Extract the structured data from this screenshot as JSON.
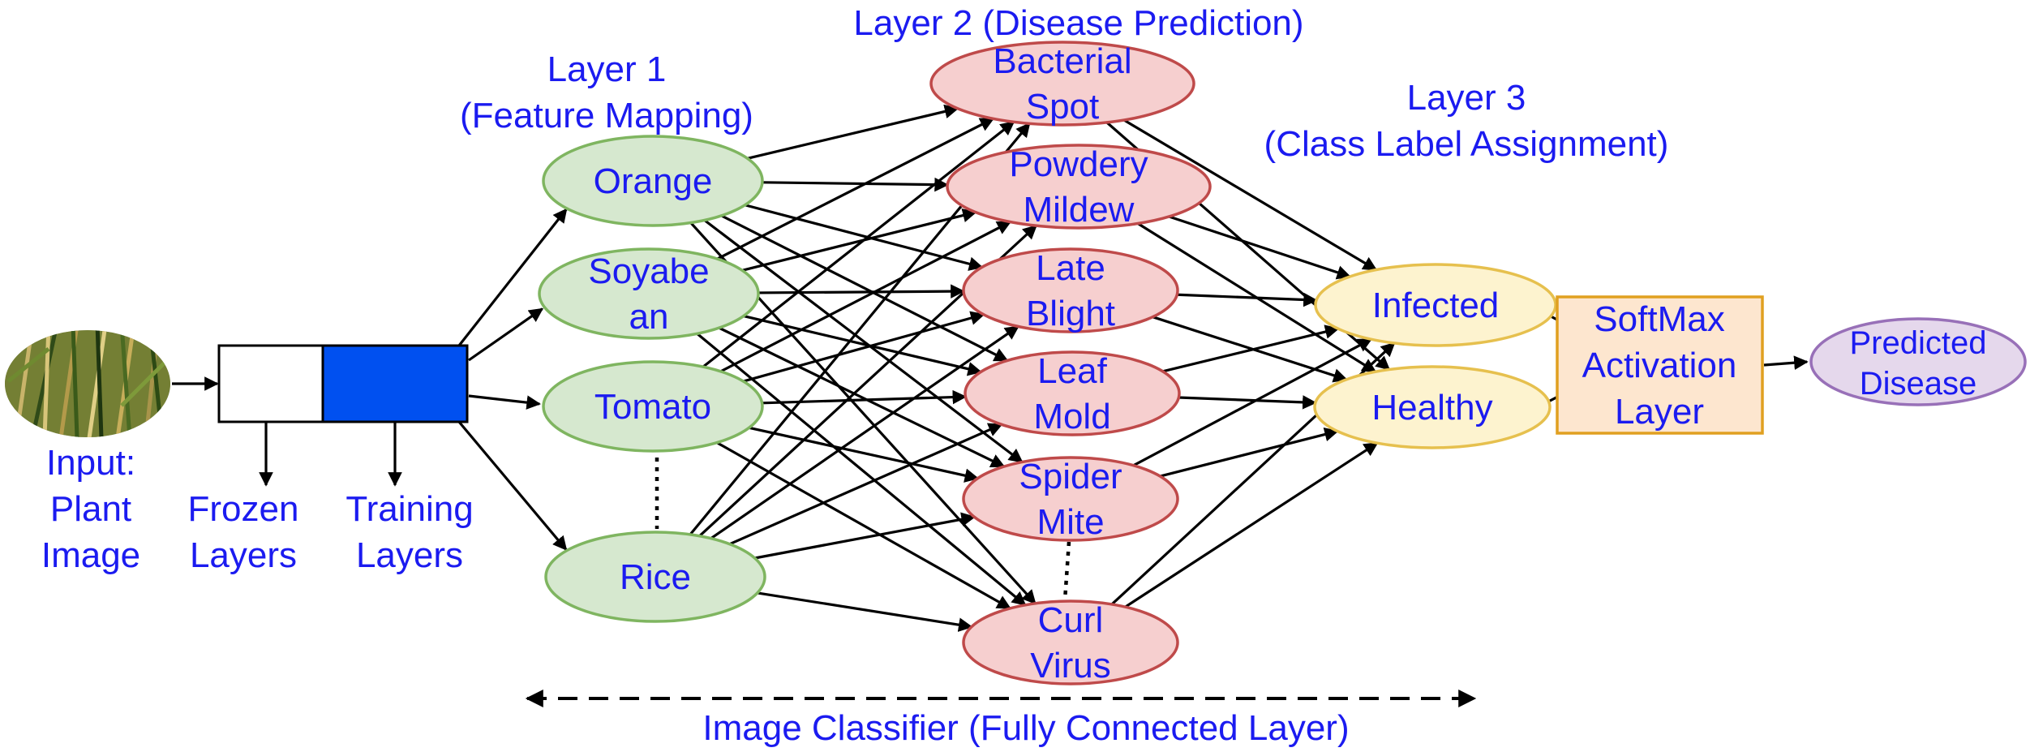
{
  "labels": {
    "layer2_title": "Layer 2 (Disease Prediction)",
    "layer1_line1": "Layer 1",
    "layer1_line2": "(Feature Mapping)",
    "layer3_line1": "Layer 3",
    "layer3_line2": "(Class Label Assignment)",
    "input_line1": "Input:",
    "input_line2": "Plant",
    "input_line3": "Image",
    "frozen_line1": "Frozen",
    "frozen_line2": "Layers",
    "training_line1": "Training",
    "training_line2": "Layers",
    "classifier": "Image Classifier (Fully Connected Layer)"
  },
  "layer1_nodes": [
    {
      "lines": [
        "Orange"
      ]
    },
    {
      "lines": [
        "Soyabe",
        "an"
      ]
    },
    {
      "lines": [
        "Tomato"
      ]
    },
    {
      "lines": [
        "Rice"
      ]
    }
  ],
  "layer2_nodes": [
    {
      "lines": [
        "Bacterial",
        "Spot"
      ]
    },
    {
      "lines": [
        "Powdery",
        "Mildew"
      ]
    },
    {
      "lines": [
        "Late",
        "Blight"
      ]
    },
    {
      "lines": [
        "Leaf",
        "Mold"
      ]
    },
    {
      "lines": [
        "Spider",
        "Mite"
      ]
    },
    {
      "lines": [
        "Curl",
        "Virus"
      ]
    }
  ],
  "layer3_nodes": [
    {
      "lines": [
        "Infected"
      ]
    },
    {
      "lines": [
        "Healthy"
      ]
    }
  ],
  "softmax": {
    "lines": [
      "SoftMax",
      "Activation",
      "Layer"
    ]
  },
  "output": {
    "lines": [
      "Predicted",
      "Disease"
    ]
  },
  "colors": {
    "text": "#1b1bf0",
    "layer1_fill": "#d6e8cf",
    "layer1_stroke": "#7fb560",
    "layer2_fill": "#f6cfcf",
    "layer2_stroke": "#bf4a4a",
    "layer3_fill": "#fdf3cf",
    "layer3_stroke": "#e6c04e",
    "softmax_fill": "#fde6cf",
    "softmax_stroke": "#e0a020",
    "output_fill": "#e5d8ec",
    "output_stroke": "#9870b8",
    "training_block": "#0050f0"
  }
}
